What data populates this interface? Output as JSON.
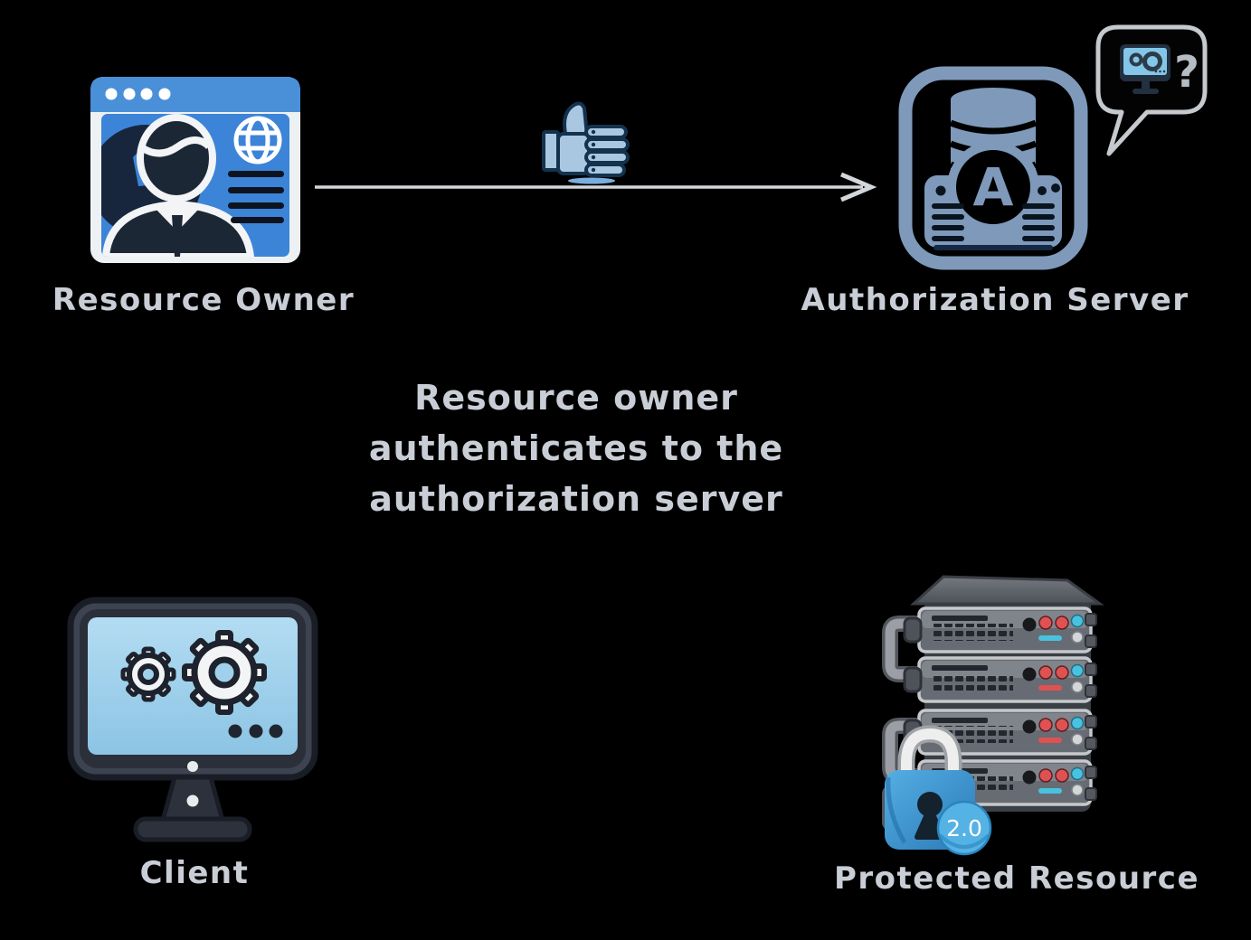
{
  "background": "#000000",
  "nodes": {
    "resource_owner": {
      "label": "Resource Owner"
    },
    "authorization_server": {
      "label": "Authorization Server",
      "badge_letter": "A",
      "bubble_question": "?"
    },
    "client": {
      "label": "Client"
    },
    "protected_resource": {
      "label": "Protected Resource",
      "lock_badge": "2.0"
    }
  },
  "annotation": {
    "lines": [
      "Resource owner",
      "authenticates to the",
      "authorization server"
    ]
  },
  "icons": {
    "resource_owner": "browser-window-with-user-and-globe",
    "authorization_server": "database-server-with-letter-a",
    "speech_bubble": "speech-bubble-with-monitor-gears-and-question-mark",
    "flow": "thumbs-up-over-right-arrow",
    "client": "monitor-with-gears",
    "protected_resource": "server-rack-with-padlock-2.0"
  },
  "colors": {
    "label_text": "#c9ced6",
    "arrow": "#d3d7db",
    "browser_header_blue": "#4a90d9",
    "browser_panel_blue": "#3c84d8",
    "silhouette_navy": "#1c2736",
    "auth_server_slate": "#7e99ba",
    "thumb_fill": "#aac7e2",
    "thumb_outline": "#14324e",
    "screen_blue": "#a4d2ec",
    "monitor_frame": "#3d4350",
    "server_gray": "#676b73",
    "led_red": "#e05252",
    "led_blue": "#49c2e0",
    "lock_blue": "#3f9bd4",
    "badge_blue": "#55b2e4"
  }
}
